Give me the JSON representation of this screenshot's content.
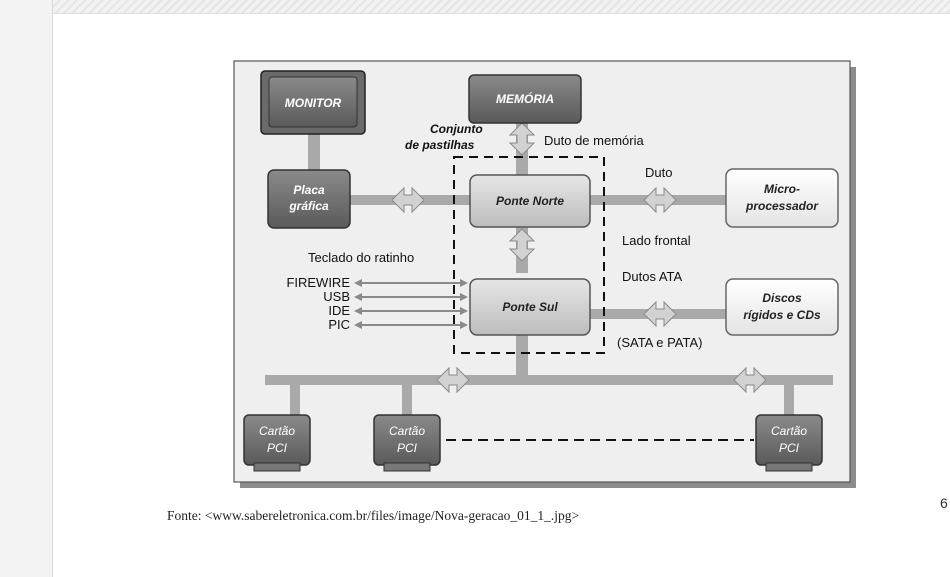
{
  "diagram": {
    "components": {
      "monitor": "MONITOR",
      "memory": "MEMÓRIA",
      "graphics_card_line1": "Placa",
      "graphics_card_line2": "gráfica",
      "north_bridge": "Ponte Norte",
      "south_bridge": "Ponte Sul",
      "microprocessor_line1": "Micro-",
      "microprocessor_line2": "processador",
      "disks_line1": "Discos",
      "disks_line2": "rígidos e CDs",
      "pci_card_line1": "Cartão",
      "pci_card_line2": "PCI"
    },
    "labels": {
      "chipset_line1": "Conjunto",
      "chipset_line2": "de pastilhas",
      "memory_bus": "Duto de memória",
      "bus": "Duto",
      "front_side": "Lado frontal",
      "ata_buses": "Dutos ATA",
      "sata_pata": "(SATA e PATA)",
      "keyboard_mouse": "Teclado do ratinho"
    },
    "ports": [
      "FIREWIRE",
      "USB",
      "IDE",
      "PIC"
    ]
  },
  "caption": "Fonte: <www.sabereletronica.com.br/files/image/Nova-geracao_01_1_.jpg>",
  "page_number": "6"
}
